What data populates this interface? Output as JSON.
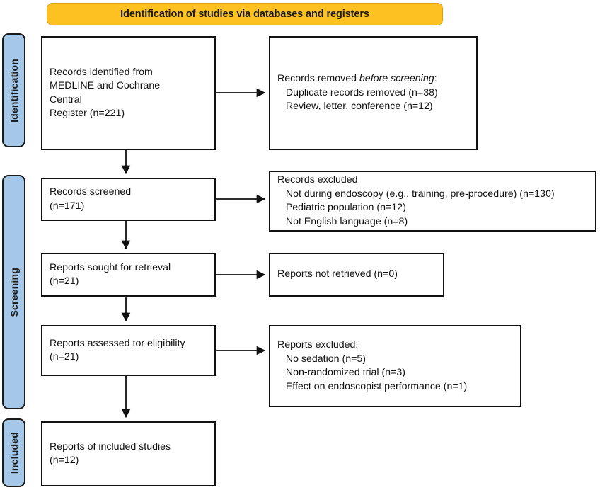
{
  "figure": {
    "type": "prisma-flow-diagram",
    "banner": {
      "title": "Identification of studies via databases and registers",
      "color": "#FDC221"
    },
    "stages": [
      {
        "id": "identification",
        "label": "Identification",
        "color": "#A5C8E8"
      },
      {
        "id": "screening",
        "label": "Screening",
        "color": "#A5C8E8"
      },
      {
        "id": "included",
        "label": "Included",
        "color": "#A5C8E8"
      }
    ],
    "boxes": {
      "identified": {
        "line1": "Records identified from",
        "line2": "MEDLINE and Cochrane",
        "line3": "Central",
        "line4": "Register (n=221)",
        "count": 221
      },
      "removed": {
        "heading_prefix": "Records removed ",
        "heading_italic": "before screening",
        "heading_suffix": ":",
        "line1": "   Duplicate records removed (n=38)",
        "line2": "   Review, letter, conference (n=12)",
        "counts": {
          "duplicates": 38,
          "review_letter_conference": 12
        }
      },
      "screened": {
        "line1": "Records screened",
        "line2": "(n=171)",
        "count": 171
      },
      "excluded_records": {
        "line1": "Records excluded",
        "line2": "   Not during endoscopy (e.g., training, pre-procedure) (n=130)",
        "line3": "   Pediatric population (n=12)",
        "line4": "   Not English language (n=8)",
        "counts": {
          "not_during_endoscopy": 130,
          "pediatric": 12,
          "not_english": 8
        }
      },
      "sought": {
        "line1": "Reports sought for retrieval",
        "line2": "(n=21)",
        "count": 21
      },
      "not_retrieved": {
        "line1": "Reports not retrieved (n=0)",
        "count": 0
      },
      "assessed": {
        "line1": "Reports assessed tor eligibility",
        "line2": "(n=21)",
        "count": 21
      },
      "excluded_reports": {
        "line1": "Reports excluded:",
        "line2": "   No sedation (n=5)",
        "line3": "   Non-randomized trial (n=3)",
        "line4": "   Effect on endoscopist performance (n=1)",
        "counts": {
          "no_sedation": 5,
          "non_randomized": 3,
          "endoscopist_performance": 1
        }
      },
      "included": {
        "line1": "Reports of included studies",
        "line2": "(n=12)",
        "count": 12
      }
    }
  }
}
